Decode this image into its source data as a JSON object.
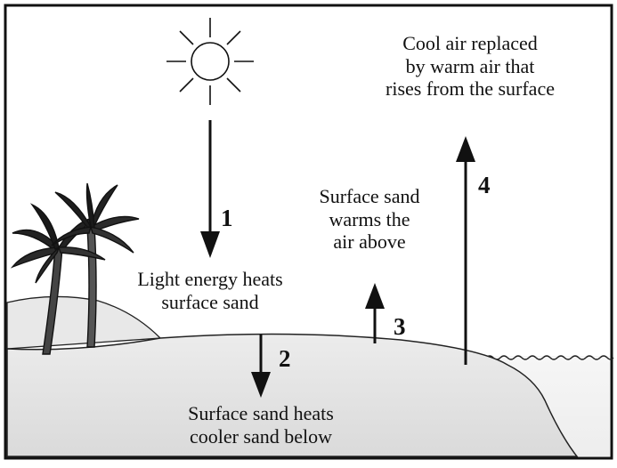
{
  "diagram": {
    "steps": [
      {
        "number": "1",
        "caption": [
          "Light energy heats",
          "surface sand"
        ]
      },
      {
        "number": "2",
        "caption": [
          "Surface sand heats",
          "cooler sand below"
        ]
      },
      {
        "number": "3",
        "caption": [
          "Surface sand",
          "warms the",
          "air above"
        ]
      },
      {
        "number": "4",
        "caption": [
          "Cool air replaced",
          "by warm air that",
          "rises from the surface"
        ]
      }
    ]
  },
  "colors": {
    "ink": "#111111",
    "sand": "#e6e6e6",
    "water": "#f4f4f4",
    "background": "#ffffff"
  },
  "icons": [
    "sun-icon",
    "palm-tree-icon",
    "water-wave-icon",
    "arrow-down-icon",
    "arrow-up-icon"
  ]
}
